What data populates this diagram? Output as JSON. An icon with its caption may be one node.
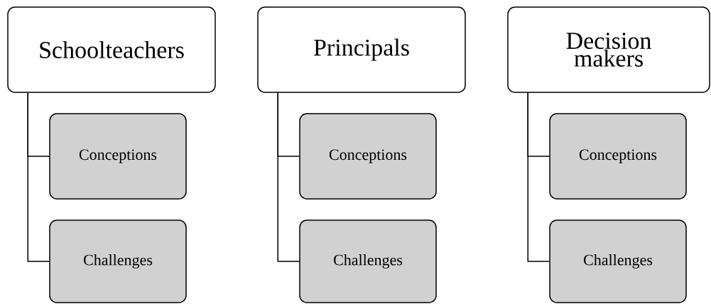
{
  "diagram": {
    "nodes": [
      {
        "text": [
          "Schoolteachers"
        ]
      },
      {
        "text": [
          "Conceptions"
        ]
      },
      {
        "text": [
          "Challenges"
        ]
      },
      {
        "text": [
          "Principals"
        ]
      },
      {
        "text": [
          "Conceptions"
        ]
      },
      {
        "text": [
          "Challenges"
        ]
      },
      {
        "text": [
          "Decision makers"
        ]
      },
      {
        "text": [
          "Conceptions"
        ]
      },
      {
        "text": [
          "Challenges"
        ]
      }
    ],
    "edges": [
      {
        "from": 0,
        "to": 1,
        "arrow": "none"
      },
      {
        "from": 0,
        "to": 2,
        "arrow": "none"
      },
      {
        "from": 3,
        "to": 4,
        "arrow": "none"
      },
      {
        "from": 3,
        "to": 5,
        "arrow": "none"
      },
      {
        "from": 6,
        "to": 7,
        "arrow": "none"
      },
      {
        "from": 6,
        "to": 8,
        "arrow": "none"
      }
    ]
  }
}
